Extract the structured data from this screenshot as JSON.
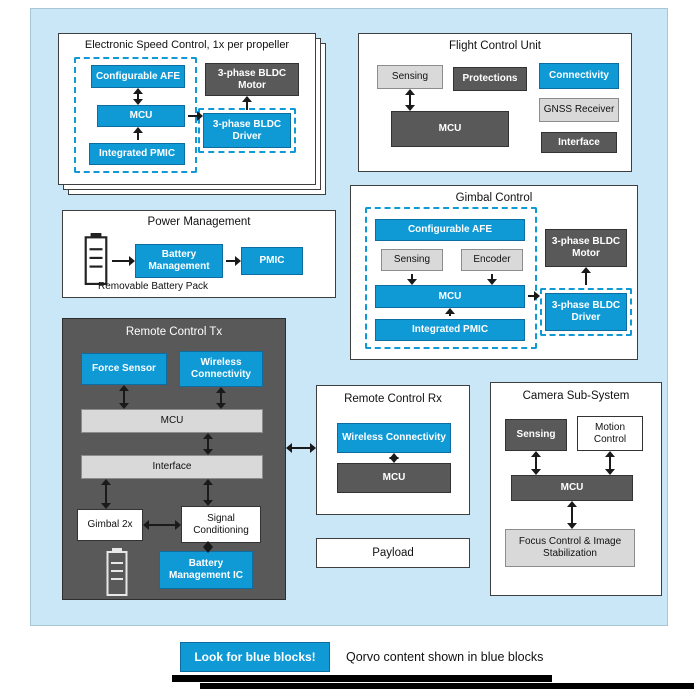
{
  "panels": {
    "esc": {
      "title": "Electronic Speed Control, 1x per propeller",
      "afe": "Configurable AFE",
      "mcu": "MCU",
      "pmic": "Integrated PMIC",
      "motor": "3-phase BLDC Motor",
      "driver": "3-phase BLDC Driver"
    },
    "fcu": {
      "title": "Flight Control Unit",
      "sensing": "Sensing",
      "protections": "Protections",
      "connectivity": "Connectivity",
      "mcu": "MCU",
      "gnss": "GNSS Receiver",
      "interface": "Interface"
    },
    "power": {
      "title": "Power Management",
      "battery_management": "Battery Management",
      "pmic": "PMIC",
      "caption": "Removable Battery Pack"
    },
    "gimbal": {
      "title": "Gimbal Control",
      "afe": "Configurable AFE",
      "sensing": "Sensing",
      "encoder": "Encoder",
      "mcu": "MCU",
      "pmic": "Integrated PMIC",
      "motor": "3-phase BLDC Motor",
      "driver": "3-phase BLDC Driver"
    },
    "rc_tx": {
      "title": "Remote Control Tx",
      "force_sensor": "Force Sensor",
      "wireless": "Wireless Connectivity",
      "mcu": "MCU",
      "interface": "Interface",
      "gimbal": "Gimbal 2x",
      "signal": "Signal Conditioning",
      "battery_ic": "Battery Management IC"
    },
    "rc_rx": {
      "title": "Remote Control Rx",
      "wireless": "Wireless Connectivity",
      "mcu": "MCU"
    },
    "payload": {
      "title": "Payload"
    },
    "camera": {
      "title": "Camera Sub-System",
      "sensing": "Sensing",
      "motion": "Motion Control",
      "mcu": "MCU",
      "focus": "Focus Control & Image Stabilization"
    }
  },
  "legend": {
    "badge": "Look for blue blocks!",
    "text": "Qorvo content shown in blue blocks"
  },
  "colors": {
    "qorvo_blue": "#0f9ad6",
    "dark_gray": "#595959",
    "light_gray": "#d9d9d9",
    "panel_blue": "#c9e7f6"
  }
}
